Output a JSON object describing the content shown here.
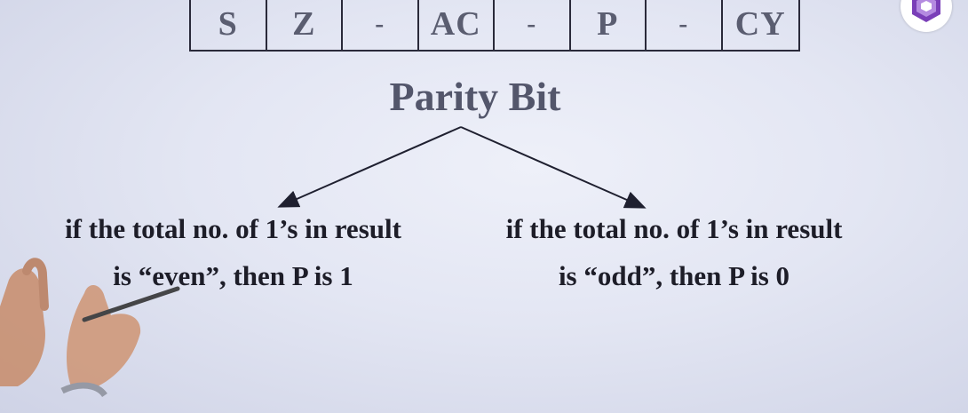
{
  "flag_register": {
    "cells": [
      "S",
      "Z",
      "-",
      "AC",
      "-",
      "P",
      "-",
      "CY"
    ]
  },
  "title": "Parity Bit",
  "branches": {
    "left": {
      "line1": "if the total no. of 1’s in result",
      "line2": "is “even”, then P is 1"
    },
    "right": {
      "line1": "if the total no. of 1’s in result",
      "line2": "is “odd”, then P is 0"
    }
  },
  "colors": {
    "background": "#e3e6f3",
    "title_text": "#53566b",
    "body_text": "#1d1d28",
    "logo_accent": "#7a3fb8"
  },
  "icons": [
    "channel-logo-icon",
    "presenter-hand"
  ]
}
